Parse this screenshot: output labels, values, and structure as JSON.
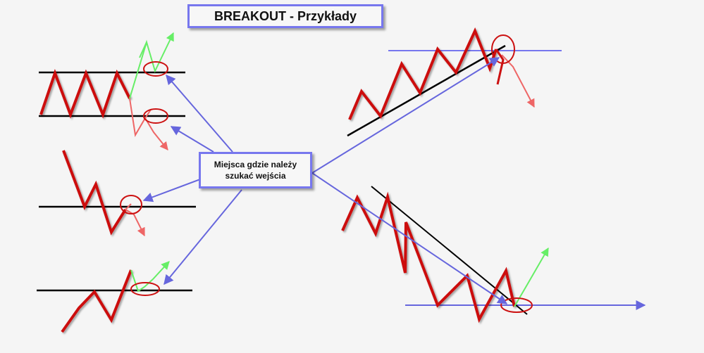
{
  "title": "BREAKOUT - Przykłady",
  "callout": {
    "line1": "Miejsca gdzie należy",
    "line2": "szukać wejścia"
  },
  "colors": {
    "price_line": "#cc1111",
    "level_line": "#000000",
    "pointer_arrow": "#6666dd",
    "up_arrow": "#66ee66",
    "down_arrow": "#ee6666",
    "highlight_circle": "#cc1111",
    "box_border": "#7777ee"
  }
}
